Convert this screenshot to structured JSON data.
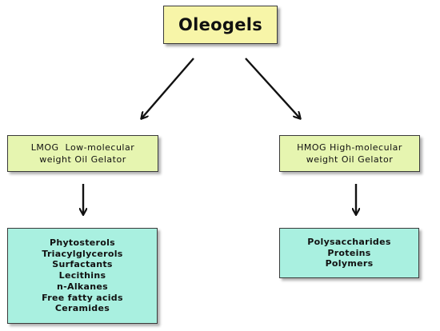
{
  "root": {
    "title": "Oleogels"
  },
  "categories": [
    {
      "line1": "LMOG  Low-molecular",
      "line2": "weight Oil Gelator",
      "examples": [
        "Phytosterols",
        "Triacylglycerols",
        "Surfactants",
        "Lecithins",
        "n-Alkanes",
        "Free fatty acids",
        "Ceramides"
      ]
    },
    {
      "line1": "HMOG High-molecular",
      "line2": "weight Oil Gelator",
      "examples": [
        "Polysaccharides",
        "Proteins",
        "Polymers"
      ]
    }
  ],
  "colors": {
    "root_fill": "#f7f5a8",
    "category_fill": "#e6f5b0",
    "examples_fill": "#a9f0e0",
    "border": "#3a3a3a",
    "arrow": "#111111"
  }
}
